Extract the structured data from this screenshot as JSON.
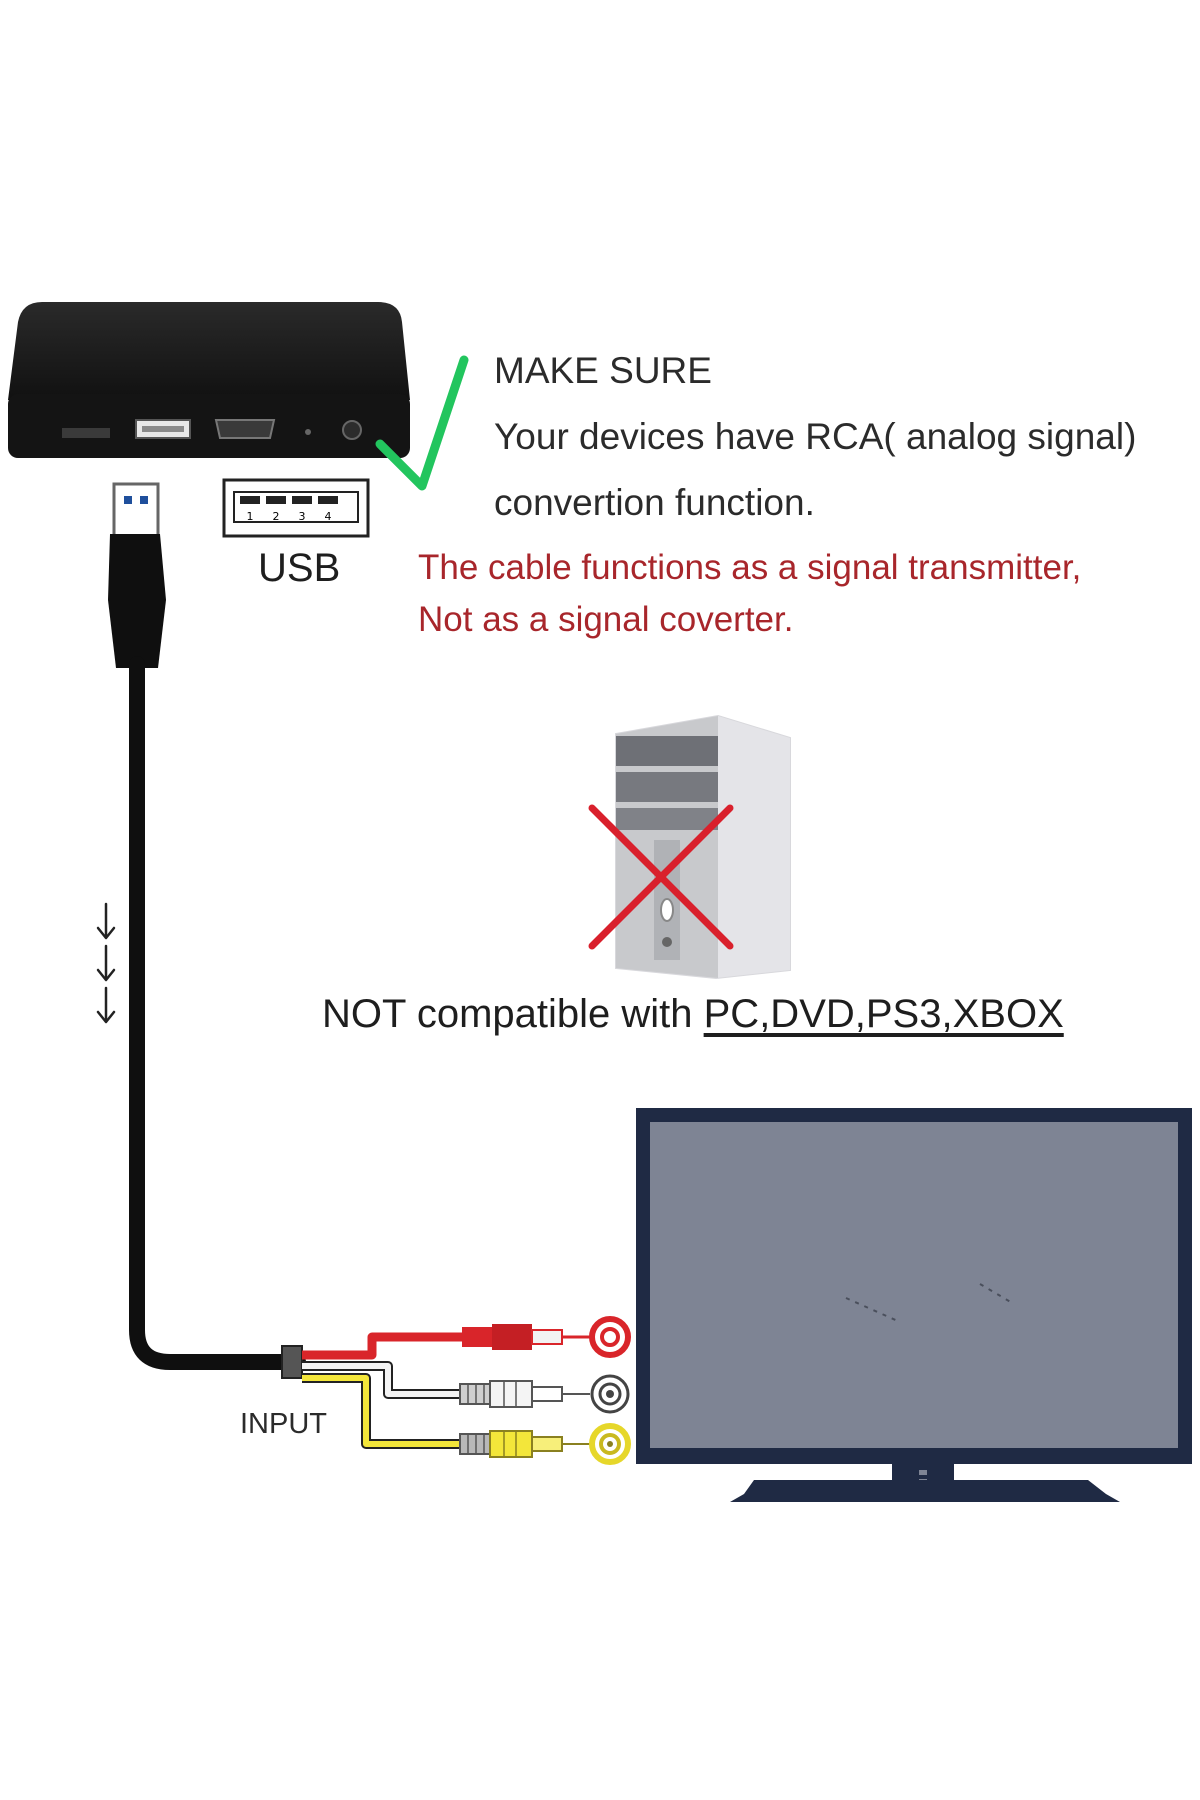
{
  "heading": "MAKE SURE",
  "requirement": {
    "line1": "Your devices have RCA( analog signal)",
    "line2": "convertion function."
  },
  "note": {
    "line1": "The cable functions as a signal transmitter,",
    "line2": "Not as a signal coverter."
  },
  "usb": {
    "label": "USB",
    "pins": [
      "1",
      "2",
      "3",
      "4"
    ]
  },
  "compatibility": {
    "prefix": "NOT compatible with ",
    "devices": "PC,DVD,PS3,XBOX"
  },
  "rca": {
    "label": "INPUT",
    "plugs": [
      {
        "name": "red",
        "color": "#d9252a"
      },
      {
        "name": "white",
        "color": "#f2f2f2"
      },
      {
        "name": "yellow",
        "color": "#f3e63a"
      }
    ]
  },
  "colors": {
    "check": "#22c55e",
    "cross": "#d9202c",
    "note_text": "#a8262b",
    "tv_screen": "#7e8494",
    "tv_frame": "#1f2a44",
    "box": "#1b1b1b"
  }
}
